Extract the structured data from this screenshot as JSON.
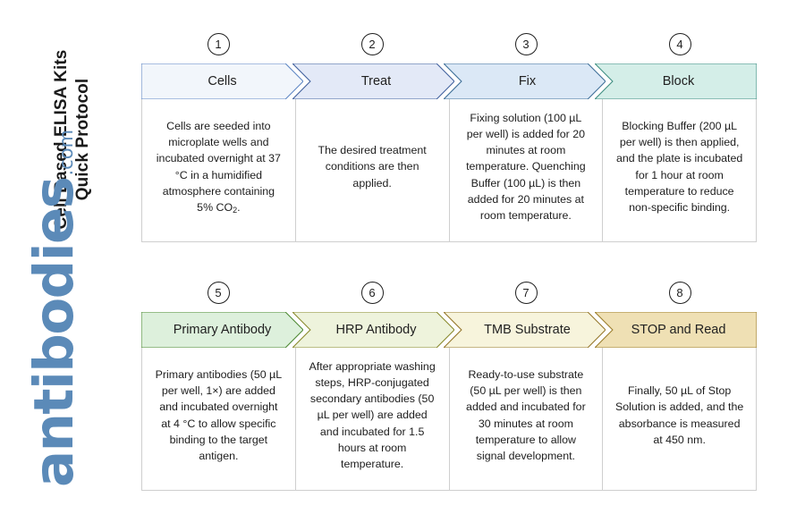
{
  "title": {
    "line1": "Cell Based ELISA Kits",
    "line2": "Quick Protocol",
    "full": "Cell Based ELISA Kits\nQuick Protocol"
  },
  "logo": {
    "name": "antibodies",
    "tld": ".com",
    "color": "#5b8ab8"
  },
  "rows": [
    {
      "id": "row-1",
      "steps": [
        {
          "number": "1",
          "label": "Cells",
          "fill": "#f2f6fb",
          "stroke": "#5f87c4",
          "description": "Cells are seeded into microplate wells and incubated overnight at 37 °C in a humidified atmosphere containing 5% CO₂."
        },
        {
          "number": "2",
          "label": "Treat",
          "fill": "#e3e9f7",
          "stroke": "#41619e",
          "description": "The desired treatment conditions are then applied."
        },
        {
          "number": "3",
          "label": "Fix",
          "fill": "#dbe8f6",
          "stroke": "#3f7099",
          "description": "Fixing solution (100 µL per well) is added for 20 minutes at room temperature. Quenching Buffer (100 µL) is then added for 20 minutes at room temperature."
        },
        {
          "number": "4",
          "label": "Block",
          "fill": "#d4eee8",
          "stroke": "#3f8f83",
          "description": "Blocking Buffer (200 µL per well) is then applied, and the plate is incubated for 1 hour at room temperature to reduce non-specific binding."
        }
      ]
    },
    {
      "id": "row-2",
      "steps": [
        {
          "number": "5",
          "label": "Primary Antibody",
          "fill": "#ddf0dc",
          "stroke": "#4f8a35",
          "description": "Primary antibodies (50 µL per well, 1×) are added and incubated overnight at 4 °C to allow specific binding to the target antigen."
        },
        {
          "number": "6",
          "label": "HRP Antibody",
          "fill": "#eef3dc",
          "stroke": "#8a8a2e",
          "description": "After appropriate washing steps, HRP-conjugated secondary antibodies (50 µL per well) are added and incubated for 1.5 hours at room temperature."
        },
        {
          "number": "7",
          "label": "TMB Substrate",
          "fill": "#f7f4dc",
          "stroke": "#96782c",
          "description": "Ready-to-use substrate (50 µL per well) is then added and incubated for 30 minutes at room temperature to allow signal development."
        },
        {
          "number": "8",
          "label": "STOP and Read",
          "fill": "#efe0b4",
          "stroke": "#9c7f2e",
          "description": "Finally, 50 µL of Stop Solution is added, and the absorbance is measured at 450 nm."
        }
      ]
    }
  ]
}
